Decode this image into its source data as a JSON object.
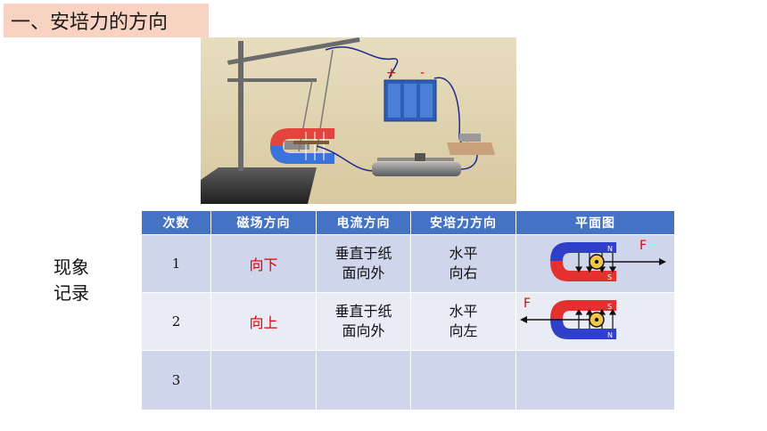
{
  "heading": "一、安培力的方向",
  "side_label": {
    "line1": "现象",
    "line2": "记录"
  },
  "photo": {
    "battery_plus": "+",
    "battery_minus": "-"
  },
  "table": {
    "headers": [
      "次数",
      "磁场方向",
      "电流方向",
      "安培力方向",
      "平面图"
    ],
    "rows": [
      {
        "index": "1",
        "field": "向下",
        "current_line1": "垂直于纸",
        "current_line2": "面向外",
        "force_line1": "水平",
        "force_line2": "向右",
        "diagram_force": "F",
        "diagram_pole_top": "N",
        "diagram_pole_bottom": "S"
      },
      {
        "index": "2",
        "field": "向上",
        "current_line1": "垂直于纸",
        "current_line2": "面向外",
        "force_line1": "水平",
        "force_line2": "向左",
        "diagram_force": "F",
        "diagram_pole_top": "S",
        "diagram_pole_bottom": "N"
      },
      {
        "index": "3",
        "field": "",
        "current_line1": "",
        "current_line2": "",
        "force_line1": "",
        "force_line2": ""
      }
    ]
  },
  "colors": {
    "header_bg": "#4472c4",
    "row_dark": "#cfd5ea",
    "row_light": "#e9ebf5",
    "title_bg": "#f8d3c2",
    "field_text": "#e00000"
  }
}
